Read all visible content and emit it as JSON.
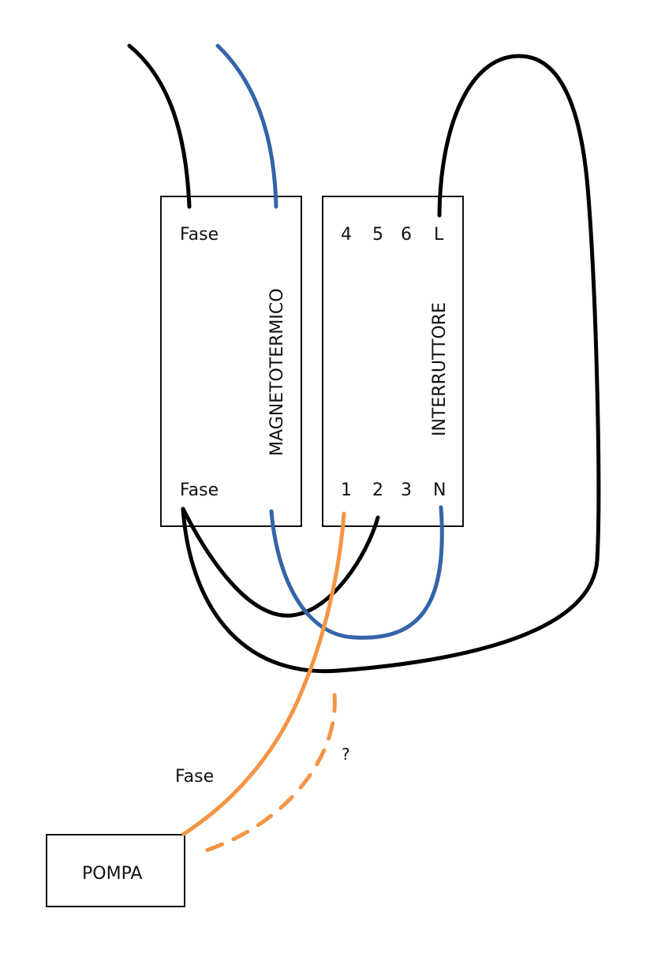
{
  "colors": {
    "black_wire": "#000000",
    "blue_wire": "#3465a8",
    "orange_wire": "#f39545",
    "box_stroke": "#111111"
  },
  "magnetotermico": {
    "title": "MAGNETOTERMICO",
    "top_terminal": "Fase",
    "bottom_terminal": "Fase"
  },
  "interruttore": {
    "title": "INTERRUTTORE",
    "top_terminals": [
      "4",
      "5",
      "6",
      "L"
    ],
    "bottom_terminals": [
      "1",
      "2",
      "3",
      "N"
    ]
  },
  "pompa": {
    "label": "POMPA"
  },
  "wire_labels": {
    "phase": "Fase",
    "unknown": "?"
  }
}
